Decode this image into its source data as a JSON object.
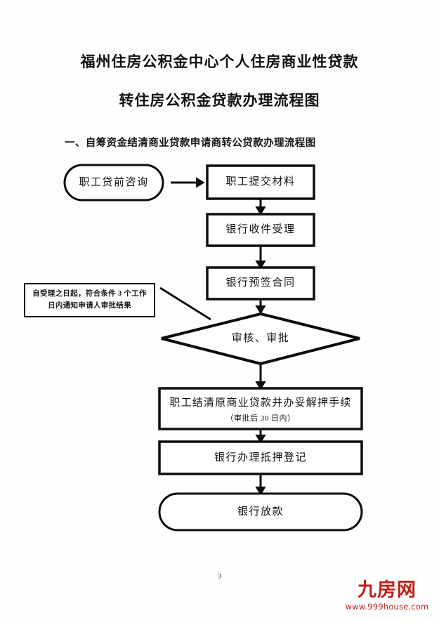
{
  "document": {
    "title_line1": "福州住房公积金中心个人住房商业性贷款",
    "title_line2": "转住房公积金贷款办理流程图",
    "section_heading": "一、自筹资金结清商业贷款申请商转公贷款办理流程图",
    "page_number": "3"
  },
  "flow": {
    "nodes": [
      {
        "id": "start",
        "shape": "stadium",
        "label": "职工贷前咨询"
      },
      {
        "id": "submit",
        "shape": "rectangle",
        "label": "职工提交材料"
      },
      {
        "id": "receive",
        "shape": "rectangle",
        "label": "银行收件受理"
      },
      {
        "id": "presign",
        "shape": "rectangle",
        "label": "银行预签合同"
      },
      {
        "id": "review",
        "shape": "diamond",
        "label": "审核、审批"
      },
      {
        "id": "settle",
        "shape": "rectangle",
        "label": "职工结清原商业贷款并办妥解押手续",
        "sublabel": "（审批后 30 日内）"
      },
      {
        "id": "mortgage",
        "shape": "rectangle",
        "label": "银行办理抵押登记"
      },
      {
        "id": "payout",
        "shape": "stadium",
        "label": "银行放款"
      }
    ],
    "note": {
      "id": "note",
      "shape": "rectangle",
      "line1": "自受理之日起，符合条件 3 个工作",
      "line2": "日内通知申请人审批结果"
    },
    "connectors": [
      {
        "from": "start",
        "to": "submit",
        "direction": "right",
        "arrow": true
      },
      {
        "from": "submit",
        "to": "receive",
        "direction": "down",
        "arrow": true
      },
      {
        "from": "receive",
        "to": "presign",
        "direction": "down",
        "arrow": true
      },
      {
        "from": "presign",
        "to": "review",
        "direction": "down",
        "arrow": true
      },
      {
        "from": "review",
        "to": "settle",
        "direction": "down",
        "arrow": true
      },
      {
        "from": "settle",
        "to": "mortgage",
        "direction": "down",
        "arrow": true
      },
      {
        "from": "mortgage",
        "to": "payout",
        "direction": "down",
        "arrow": true
      },
      {
        "from": "note",
        "to": "review",
        "direction": "diagonal",
        "arrow": false
      }
    ],
    "style": {
      "stroke": "#0d0d0d",
      "fill": "#ffffff",
      "line_width": 3
    }
  },
  "watermark": {
    "mark": "九房网",
    "url": "www.999house.com",
    "color": "#bb2219"
  }
}
